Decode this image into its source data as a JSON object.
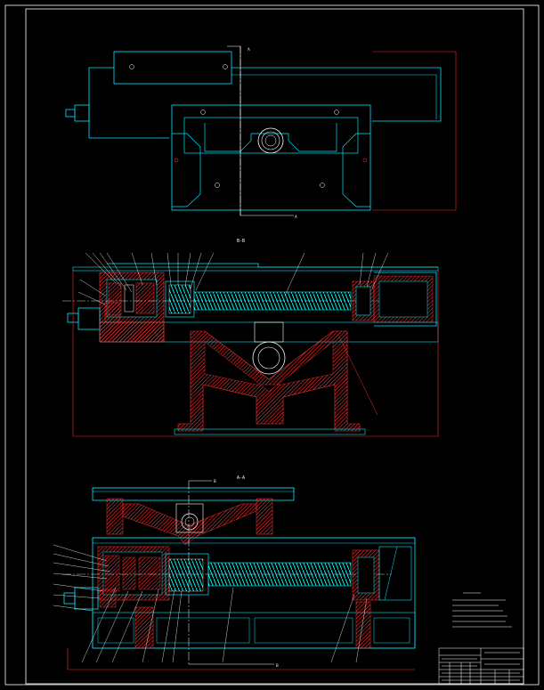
{
  "sheet": {
    "background": "#000000",
    "colors": {
      "frame": "#ffffff",
      "outline": "#00e5ff",
      "dimension": "#ff2a2a",
      "hatch": "#ff3030",
      "screw": "#00ffff",
      "centerline": "#ffffff"
    }
  },
  "views": {
    "top_view": {
      "cut_marker_top": "A",
      "cut_marker_bottom": "A"
    },
    "section_bb": {
      "title": "B-B"
    },
    "section_aa": {
      "title": "A-A",
      "cut_marker_top": "B",
      "cut_marker_bottom": "B"
    }
  }
}
